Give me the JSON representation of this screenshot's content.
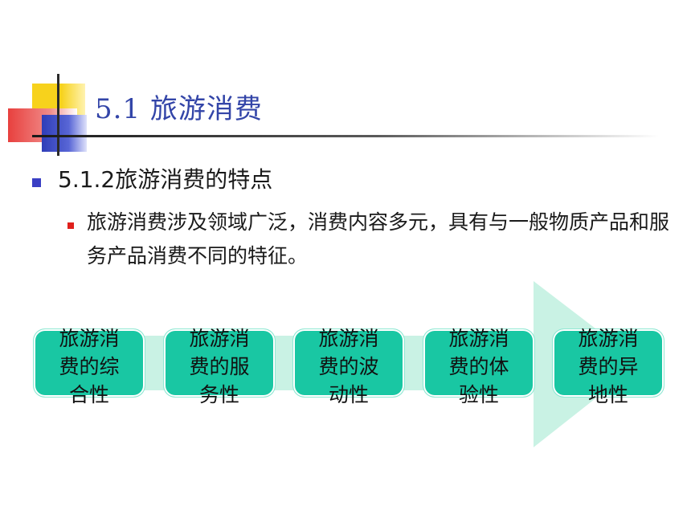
{
  "title": "5.1  旅游消费",
  "section": {
    "heading": "5.1.2旅游消费的特点",
    "body": "旅游消费涉及领域广泛，消费内容多元，具有与一般物质产品和服务产品消费不同的特征。"
  },
  "process": {
    "items": [
      {
        "lines": [
          "旅游消",
          "费的综",
          "合性"
        ]
      },
      {
        "lines": [
          "旅游消",
          "费的服",
          "务性"
        ]
      },
      {
        "lines": [
          "旅游消",
          "费的波",
          "动性"
        ]
      },
      {
        "lines": [
          "旅游消",
          "费的体",
          "验性"
        ]
      },
      {
        "lines": [
          "旅游消",
          "费的异",
          "地性"
        ]
      }
    ]
  },
  "colors": {
    "title": "#3345a8",
    "box": "#19c7a3",
    "arrow": "#c9f2e4",
    "bullet_level1": "#3a3fc4",
    "bullet_level2": "#e0201c"
  }
}
